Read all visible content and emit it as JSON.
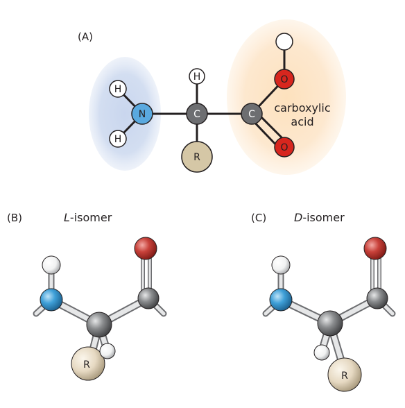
{
  "panels": {
    "a": {
      "label": "(A)"
    },
    "b": {
      "label": "(B)",
      "title_italic": "L",
      "title_rest": "-isomer"
    },
    "c": {
      "label": "(C)",
      "title_italic": "D",
      "title_rest": "-isomer"
    }
  },
  "atoms": {
    "h_top": "H",
    "h_amino_1": "H",
    "h_amino_2": "H",
    "nitrogen": "N",
    "carbon_alpha": "C",
    "carbon_carboxyl": "C",
    "oxygen_hydroxyl": "O",
    "oxygen_double": "O",
    "side_chain": "R",
    "side_chain_b": "R",
    "side_chain_c": "R"
  },
  "groups": {
    "carboxylic_line1": "carboxylic",
    "carboxylic_line2": "acid"
  },
  "colors": {
    "amino_glow": "#c9d6ee",
    "carboxyl_glow": "#fde3c3",
    "nitrogen": "#5aa9df",
    "carbon": "#6d6e71",
    "oxygen": "#d7261e",
    "hydrogen": "#ffffff",
    "side_chain": "#d5c7a6",
    "bond": "#231f20"
  }
}
